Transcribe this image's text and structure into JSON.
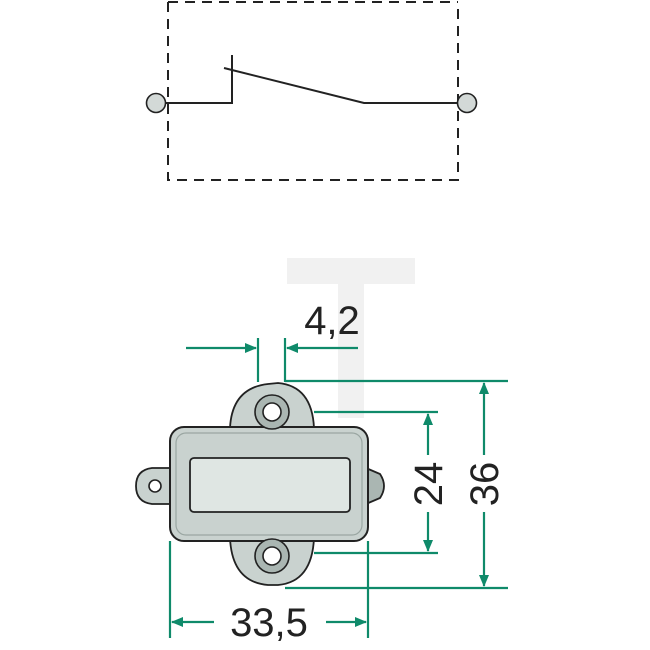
{
  "colors": {
    "dimension": "#0f8a6a",
    "line": "#222222",
    "part_fill": "#c9d2cf",
    "part_dark": "#aab6b2",
    "window_fill": "#dfe6e3",
    "watermark": "#f1f1f1"
  },
  "dimensions": {
    "gap": "4,2",
    "hole_spacing": "24",
    "overall_height": "36",
    "width": "33,5"
  }
}
